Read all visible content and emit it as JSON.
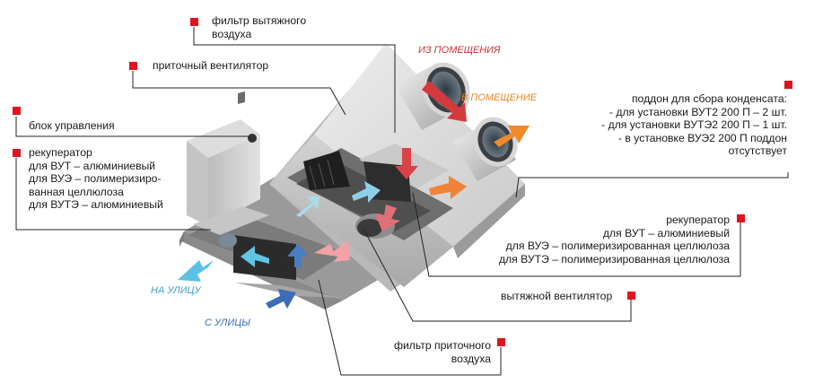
{
  "labels": {
    "exhaust_filter": [
      "фильтр вытяжного",
      "воздуха"
    ],
    "supply_fan": [
      "приточный вентилятор"
    ],
    "control_unit": [
      "блок управления"
    ],
    "recuperator_left": [
      "рекуператор",
      "для ВУТ – алюминиевый",
      "для ВУЭ – полимеризиро-",
      "ванная целлюлоза",
      "для ВУТЭ – алюминиевый"
    ],
    "condensate_tray": [
      "поддон для сбора конденсата:",
      "- для установки ВУТ2 200 П – 2 шт.",
      "- для установки ВУТЭ2 200 П – 1 шт.",
      "- в установке ВУЭ2 200 П поддон",
      "отсутствует"
    ],
    "recuperator_right": [
      "рекуператор",
      "для ВУТ – алюминиевый",
      "для ВУЭ – полимеризированная целлюлоза",
      "для ВУТЭ – полимеризированная целлюлоза"
    ],
    "exhaust_fan": [
      "вытяжной  вентилятор"
    ],
    "supply_filter": [
      "фильтр приточного",
      "воздуха"
    ]
  },
  "flows": {
    "from_room": "ИЗ ПОМЕЩЕНИЯ",
    "to_room": "В ПОМЕЩЕНИЕ",
    "to_street": "НА УЛИЦУ",
    "from_street": "С УЛИЦЫ"
  },
  "colors": {
    "marker": "#e0141e",
    "from_room": "#c8333a",
    "to_room": "#e9892b",
    "to_street": "#3aa3c9",
    "from_street": "#3c6cb4",
    "leader": "#222222"
  }
}
